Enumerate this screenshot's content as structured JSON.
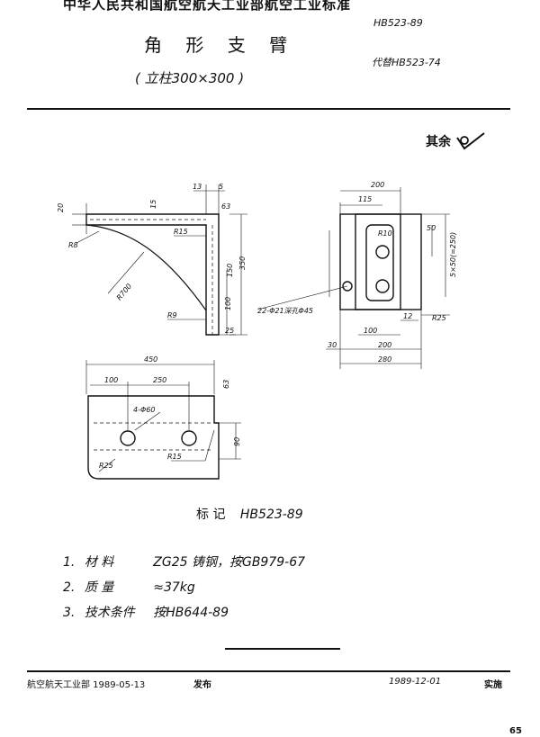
{
  "header": {
    "organization": "中华人民共和国航空航天工业部航空工业标准",
    "standard_number": "HB523-89",
    "title": "角 形 支 臂",
    "subtitle": "( 立柱300×300 )",
    "replaces": "代替HB523-74"
  },
  "roughness": {
    "label": "其余"
  },
  "drawing": {
    "dims": {
      "d20": "20",
      "d15": "15",
      "d13": "13",
      "d5": "5",
      "d63": "63",
      "r8": "R8",
      "r15": "R15",
      "r700": "R700",
      "r9": "R9",
      "d150": "150",
      "d350": "350",
      "d100": "100",
      "d25": "25",
      "d200": "200",
      "d115": "115",
      "r10": "R10",
      "d50": "50",
      "d5x50": "5×50(=250)",
      "hole": "22-Φ21深孔Φ45",
      "d12": "12",
      "r25": "R25",
      "d100b": "100",
      "d200b": "200",
      "d30": "30",
      "d280": "280",
      "d450": "450",
      "d250": "250",
      "d63b": "63",
      "holes_b": "4-Φ60",
      "d90": "90",
      "r25b": "R25",
      "r15b": "R15"
    }
  },
  "marking": {
    "label": "标    记",
    "value": "HB523-89"
  },
  "notes": [
    {
      "num": "1.",
      "label": "材    料",
      "value": "ZG25 铸钢，按GB979-67"
    },
    {
      "num": "2.",
      "label": "质    量",
      "value": "≈37kg"
    },
    {
      "num": "3.",
      "label": "技术条件",
      "value": "按HB644-89"
    }
  ],
  "footer": {
    "issuer": "航空航天工业部 1989-05-13",
    "publish": "发布",
    "effective_date": "1989-12-01",
    "implement": "实施"
  },
  "page_number": "65"
}
